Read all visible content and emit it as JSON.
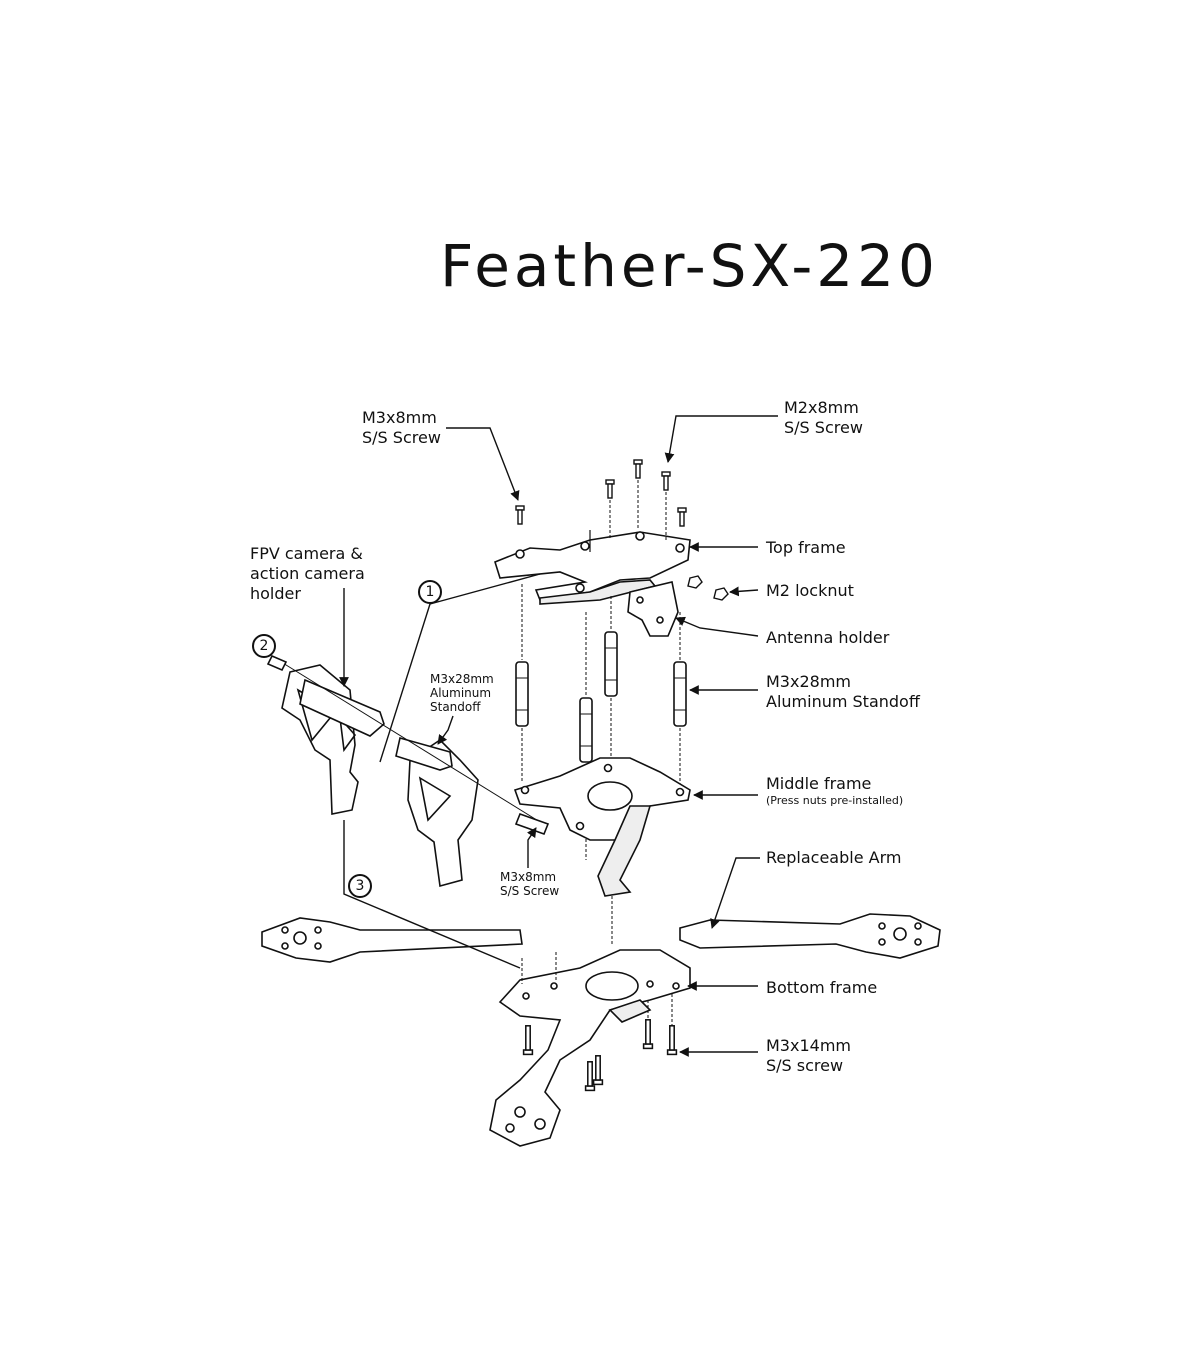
{
  "title": "Feather-SX-220",
  "labels": {
    "m3x8_top_line1": "M3x8mm",
    "m3x8_top_line2": "S/S Screw",
    "m2x8_line1": "M2x8mm",
    "m2x8_line2": "S/S Screw",
    "fpv_line1": "FPV camera &",
    "fpv_line2": "action camera",
    "fpv_line3": "holder",
    "top_frame": "Top frame",
    "m2_locknut": "M2 locknut",
    "antenna_holder": "Antenna holder",
    "standoff_right_line1": "M3x28mm",
    "standoff_right_line2": "Aluminum Standoff",
    "standoff_left_line1": "M3x28mm",
    "standoff_left_line2": "Aluminum",
    "standoff_left_line3": "Standoff",
    "middle_frame": "Middle frame",
    "middle_frame_note": "(Press nuts pre-installed)",
    "m3x8_mid_line1": "M3x8mm",
    "m3x8_mid_line2": "S/S Screw",
    "replaceable_arm": "Replaceable Arm",
    "bottom_frame": "Bottom frame",
    "m3x14_line1": "M3x14mm",
    "m3x14_line2": "S/S screw"
  },
  "steps": [
    "1",
    "2",
    "3"
  ]
}
